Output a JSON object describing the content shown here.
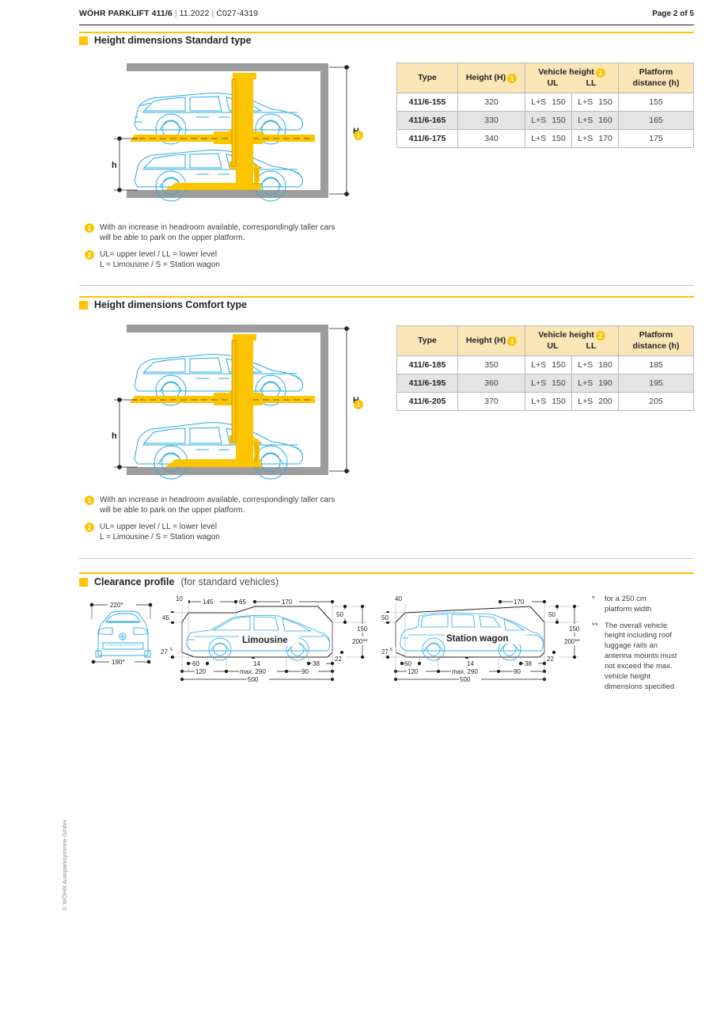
{
  "header": {
    "model": "WÖHR PARKLIFT 411/6",
    "date": "11.2022",
    "code": "C027-4319",
    "sep": "|",
    "page": "Page 2 of 5"
  },
  "sections": [
    {
      "id": "standard",
      "title": "Height dimensions Standard type",
      "subtitle": ""
    },
    {
      "id": "comfort",
      "title": "Height dimensions Comfort type",
      "subtitle": ""
    },
    {
      "id": "clearance",
      "title": "Clearance profile",
      "subtitle": " (for standard vehicles)"
    }
  ],
  "table_standard": {
    "headers": {
      "type": "Type",
      "height": "Height (H)",
      "height_badge": "1",
      "vehicle_height": "Vehicle height",
      "vehicle_badge": "2",
      "ul": "UL",
      "ll": "LL",
      "platform_line1": "Platform",
      "platform_line2": "distance (h)"
    },
    "rows": [
      {
        "type": "411/6-155",
        "height": "320",
        "ul_label": "L+S",
        "ul_value": "150",
        "ll_label": "L+S",
        "ll_value": "150",
        "platform": "155"
      },
      {
        "type": "411/6-165",
        "height": "330",
        "ul_label": "L+S",
        "ul_value": "150",
        "ll_label": "L+S",
        "ll_value": "160",
        "platform": "165"
      },
      {
        "type": "411/6-175",
        "height": "340",
        "ul_label": "L+S",
        "ul_value": "150",
        "ll_label": "L+S",
        "ll_value": "170",
        "platform": "175"
      }
    ]
  },
  "table_comfort": {
    "headers": {
      "type": "Type",
      "height": "Height (H)",
      "height_badge": "1",
      "vehicle_height": "Vehicle height",
      "vehicle_badge": "2",
      "ul": "UL",
      "ll": "LL",
      "platform_line1": "Platform",
      "platform_line2": "distance (h)"
    },
    "rows": [
      {
        "type": "411/6-185",
        "height": "350",
        "ul_label": "L+S",
        "ul_value": "150",
        "ll_label": "L+S",
        "ll_value": "180",
        "platform": "185"
      },
      {
        "type": "411/6-195",
        "height": "360",
        "ul_label": "L+S",
        "ul_value": "150",
        "ll_label": "L+S",
        "ll_value": "190",
        "platform": "195"
      },
      {
        "type": "411/6-205",
        "height": "370",
        "ul_label": "L+S",
        "ul_value": "150",
        "ll_label": "L+S",
        "ll_value": "200",
        "platform": "205"
      }
    ]
  },
  "footnotes": [
    {
      "num": "1",
      "text": "With an increase in headroom available, correspondingly taller cars\nwill be able to park on the upper platform."
    },
    {
      "num": "2",
      "text": "UL= upper level / LL = lower level\nL = Limousine / S = Station wagon"
    }
  ],
  "diagram_labels": {
    "height_H": "H",
    "height_badge": "1",
    "platform_h": "h"
  },
  "clearance": {
    "front_view": {
      "top": "220*",
      "bottom": "190*"
    },
    "limousine": {
      "name": "Limousine",
      "top_10": "10",
      "top_145": "145",
      "top_65": "65",
      "top_170": "170",
      "left_45": "45",
      "left_275": "27",
      "left_275_sup": "5",
      "right_50": "50",
      "right_150": "150",
      "right_200": "200**",
      "right_22": "22",
      "bot_60": "60",
      "bot_14": "14",
      "bot_38": "38",
      "bot_120": "120",
      "bot_max290": "max. 290",
      "bot_90": "90",
      "bot_500": "500"
    },
    "station_wagon": {
      "name": "Station wagon",
      "top_40": "40",
      "top_170": "170",
      "left_50": "50",
      "left_275": "27",
      "left_275_sup": "5",
      "right_50": "50",
      "right_150": "150",
      "right_200": "200**",
      "right_22": "22",
      "bot_60": "60",
      "bot_14": "14",
      "bot_38": "38",
      "bot_120": "120",
      "bot_max290": "max. 290",
      "bot_90": "90",
      "bot_500": "500"
    },
    "notes": [
      {
        "mark": "*",
        "text": "for a 250 cm\nplatform width"
      },
      {
        "mark": "**",
        "text": "The overall vehicle\nheight including roof\nluggage rails an\nantenna mounts must\nnot exceed the max.\nvehicle height\ndimensions specified"
      }
    ]
  },
  "footer": {
    "copyright": "© WÖHR Autoparksysteme GmbH"
  },
  "colors": {
    "accent_yellow": "#fdc400",
    "table_header": "#fbe6b8",
    "row_alt": "#e4e4e4",
    "car_blue": "#29abe2",
    "structure_gray": "#9d9d9d",
    "text": "#231f20"
  }
}
